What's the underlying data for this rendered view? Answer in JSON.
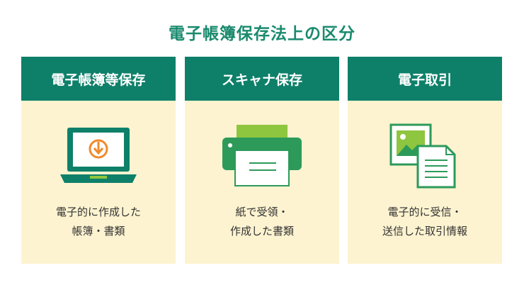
{
  "title": "電子帳簿保存法上の区分",
  "cards": [
    {
      "header": "電子帳簿等保存",
      "icon": "laptop-download-icon",
      "lines": [
        "電子的に作成した",
        "帳簿・書類"
      ]
    },
    {
      "header": "スキャナ保存",
      "icon": "printer-icon",
      "lines": [
        "紙で受領・",
        "作成した書類"
      ]
    },
    {
      "header": "電子取引",
      "icon": "documents-icon",
      "lines": [
        "電子的に受信・",
        "送信した取引情報"
      ]
    }
  ],
  "colors": {
    "accent": "#0e806a",
    "title": "#1a8a6e",
    "card_bg": "#fdf3d0",
    "icon_orange": "#f08a2c",
    "icon_green": "#2d9a5a",
    "icon_lime": "#8ec63f"
  }
}
